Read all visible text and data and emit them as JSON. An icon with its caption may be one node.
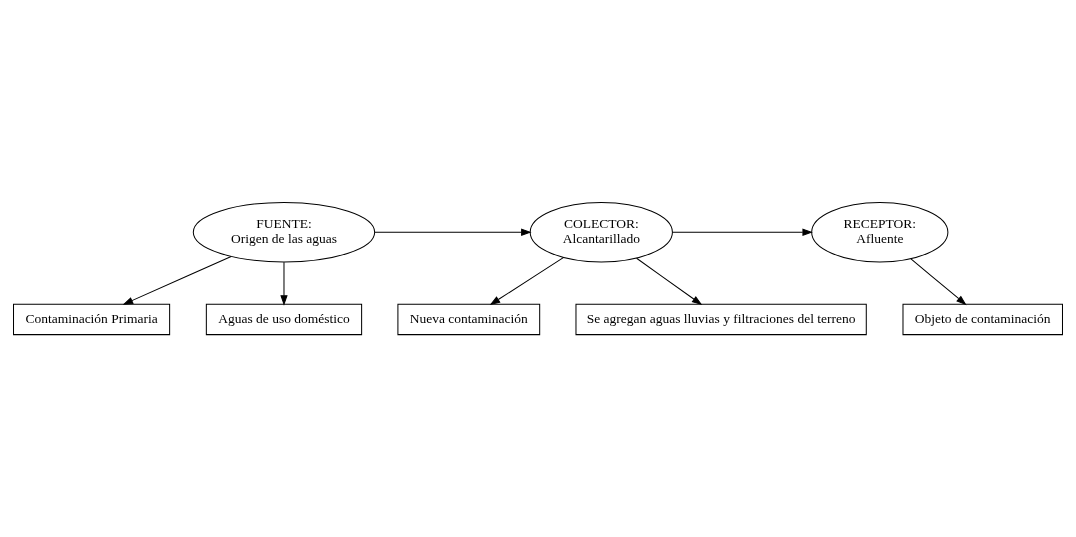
{
  "diagram": {
    "nodes": [
      {
        "text": [
          "FUENTE:",
          "Origen de las aguas"
        ]
      },
      {
        "text": [
          "COLECTOR:",
          "Alcantarillado"
        ]
      },
      {
        "text": [
          "RECEPTOR:",
          "Afluente"
        ]
      },
      {
        "text": [
          "Contaminación Primaria"
        ]
      },
      {
        "text": [
          "Nueva contaminación"
        ]
      },
      {
        "text": [
          "Objeto de contaminación"
        ]
      },
      {
        "text": [
          "Aguas de uso doméstico"
        ]
      },
      {
        "text": [
          "Se agregan aguas lluvias y filtraciones del terreno"
        ]
      }
    ],
    "edges": [
      {
        "from": 0,
        "to": 3,
        "arrow": "to"
      },
      {
        "from": 0,
        "to": 1,
        "arrow": "to"
      },
      {
        "from": 0,
        "to": 6,
        "arrow": "to"
      },
      {
        "from": 1,
        "to": 4,
        "arrow": "to"
      },
      {
        "from": 1,
        "to": 2,
        "arrow": "to"
      },
      {
        "from": 1,
        "to": 7,
        "arrow": "to"
      },
      {
        "from": 2,
        "to": 5,
        "arrow": "to"
      }
    ]
  }
}
